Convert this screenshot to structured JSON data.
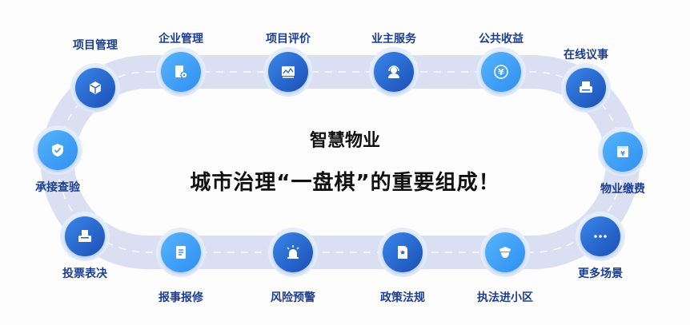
{
  "headline": "智慧物业",
  "subheadline": "城市治理“一盘棋”的重要组成！",
  "colors": {
    "track": "#d9def1",
    "dark_node": "#1b4fb5",
    "light_node": "#2f8ff0",
    "label": "#1c3e8e"
  },
  "nodes": [
    {
      "label": "项目管理",
      "icon": "cube-icon",
      "tone": "dark"
    },
    {
      "label": "企业管理",
      "icon": "document-gear-icon",
      "tone": "light"
    },
    {
      "label": "项目评价",
      "icon": "chart-monitor-icon",
      "tone": "dark"
    },
    {
      "label": "业主服务",
      "icon": "headset-icon",
      "tone": "dark"
    },
    {
      "label": "公共收益",
      "icon": "yen-coin-icon",
      "tone": "light"
    },
    {
      "label": "在线议事",
      "icon": "printer-icon",
      "tone": "dark"
    },
    {
      "label": "物业缴费",
      "icon": "yen-bill-icon",
      "tone": "light"
    },
    {
      "label": "更多场景",
      "icon": "more-dots-icon",
      "tone": "dark"
    },
    {
      "label": "执法进小区",
      "icon": "police-badge-icon",
      "tone": "light"
    },
    {
      "label": "政策法规",
      "icon": "policy-document-icon",
      "tone": "dark"
    },
    {
      "label": "风险预警",
      "icon": "alarm-light-icon",
      "tone": "dark"
    },
    {
      "label": "报事报修",
      "icon": "report-form-icon",
      "tone": "light"
    },
    {
      "label": "投票表决",
      "icon": "ballot-box-icon",
      "tone": "dark"
    },
    {
      "label": "承接查验",
      "icon": "shield-check-icon",
      "tone": "light"
    }
  ]
}
